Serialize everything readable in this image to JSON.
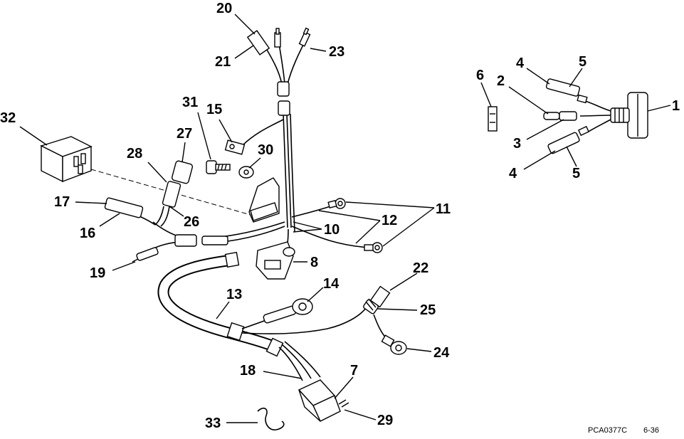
{
  "callouts": {
    "c1": "1",
    "c2": "2",
    "c3": "3",
    "c4a": "4",
    "c4b": "4",
    "c5a": "5",
    "c5b": "5",
    "c6": "6",
    "c7": "7",
    "c8": "8",
    "c10": "10",
    "c11": "11",
    "c12": "12",
    "c13": "13",
    "c14": "14",
    "c15": "15",
    "c16": "16",
    "c17": "17",
    "c18": "18",
    "c19": "19",
    "c20": "20",
    "c21": "21",
    "c22": "22",
    "c23": "23",
    "c24": "24",
    "c25": "25",
    "c26": "26",
    "c27": "27",
    "c28": "28",
    "c29": "29",
    "c30": "30",
    "c31": "31",
    "c32": "32",
    "c33": "33"
  },
  "footer": {
    "code": "PCA0377C",
    "page": "6-36"
  }
}
